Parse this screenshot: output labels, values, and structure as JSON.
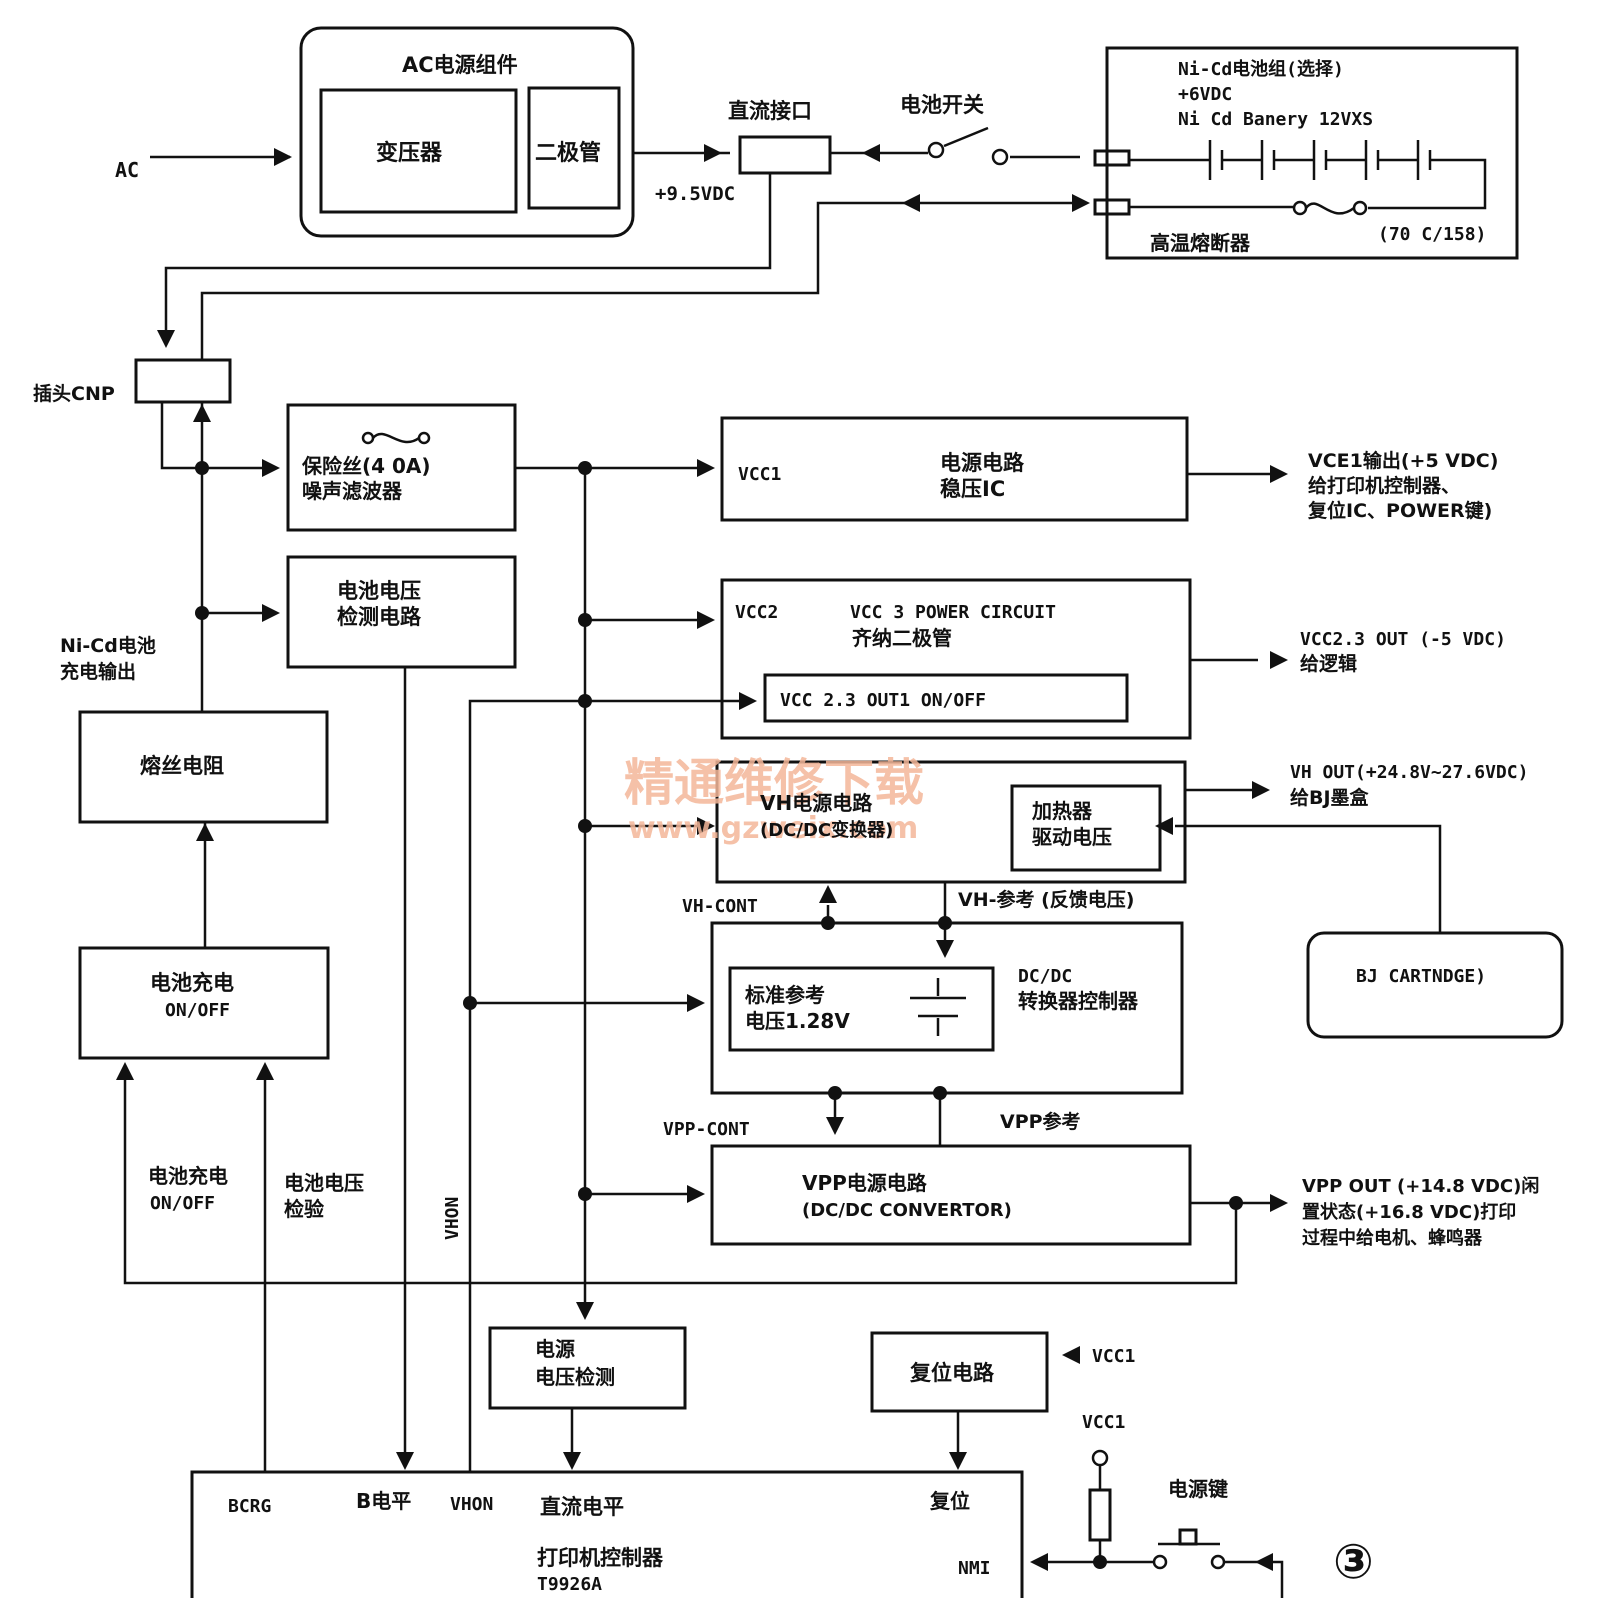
{
  "labels": {
    "ac_in": "AC",
    "ac_unit_title": "AC电源组件",
    "transformer": "变压器",
    "diode": "二极管",
    "dc_jack": "直流接口",
    "v95": "+9.5VDC",
    "battery_switch": "电池开关",
    "nicd_pack_1": "Ni-Cd电池组(选择)",
    "nicd_pack_2": "+6VDC",
    "nicd_pack_3": "Ni Cd Banery 12VXS",
    "thermal_fuse": "高温熔断器",
    "fuse_temp": "(70 C/158)",
    "plug_cnp": "插头CNP",
    "fuse_1": "保险丝(4 0A)",
    "fuse_2": "噪声滤波器",
    "vcc1_tag": "VCC1",
    "psu_1": "电源电路",
    "psu_2": "稳压IC",
    "vce1_out_1": "VCE1输出(+5 VDC)",
    "vce1_out_2": "给打印机控制器、",
    "vce1_out_3": "复位IC、POWER键)",
    "batt_det_1": "电池电压",
    "batt_det_2": "检测电路",
    "vcc2_tag": "VCC2",
    "vcc3_1": "VCC 3 POWER CIRCUIT",
    "vcc3_2": "齐纳二极管",
    "vcc23_onoff": "VCC 2.3 OUT1 ON/OFF",
    "vcc23_out_1": "VCC2.3 OUT (-5 VDC)",
    "vcc23_out_2": "给逻辑",
    "nicd_charge_1": "Ni-Cd电池",
    "nicd_charge_2": "充电输出",
    "fuse_res": "熔丝电阻",
    "vh_psu_1": "VH电源电路",
    "vh_psu_2": "(DC/DC变换器)",
    "heater_1": "加热器",
    "heater_2": "驱动电压",
    "vh_out_1": "VH OUT(+24.8V~27.6VDC)",
    "vh_out_2": "给BJ墨盒",
    "vh_cont": "VH-CONT",
    "vh_ref": "VH-参考 (反馈电压)",
    "std_ref_1": "标准参考",
    "std_ref_2": "电压1.28V",
    "dcdc_ctrl_1": "DC/DC",
    "dcdc_ctrl_2": "转换器控制器",
    "bj_cart": "BJ CARTNDGE)",
    "charge_box_1": "电池充电",
    "charge_box_2": "ON/OFF",
    "vpp_cont": "VPP-CONT",
    "vpp_ref": "VPP参考",
    "vpp_psu_1": "VPP电源电路",
    "vpp_psu_2": "(DC/DC CONVERTOR)",
    "vpp_out_1": "VPP OUT (+14.8 VDC)闲",
    "vpp_out_2": "置状态(+16.8 VDC)打印",
    "vpp_out_3": "过程中给电机、蜂鸣器",
    "charge_sig_1": "电池充电",
    "charge_sig_2": "ON/OFF",
    "volt_chk_1": "电池电压",
    "volt_chk_2": "检验",
    "vhon_wire": "VHON",
    "pwr_det_1": "电源",
    "pwr_det_2": "电压检测",
    "reset_circuit": "复位电路",
    "vcc1_reset": "VCC1",
    "vcc1_key": "VCC1",
    "power_key": "电源键",
    "pin_bcrg": "BCRG",
    "pin_b": "B电平",
    "pin_vhon": "VHON",
    "pin_dc": "直流电平",
    "pin_reset": "复位",
    "controller_1": "打印机控制器",
    "controller_2": "T9926A",
    "pin_nmi": "NMI",
    "page_mark": "③",
    "watermark_1": "精通维修下载",
    "watermark_2": "www.gzweix.com"
  },
  "colors": {
    "ink": "#111111",
    "watermark": "#f4b79a"
  }
}
